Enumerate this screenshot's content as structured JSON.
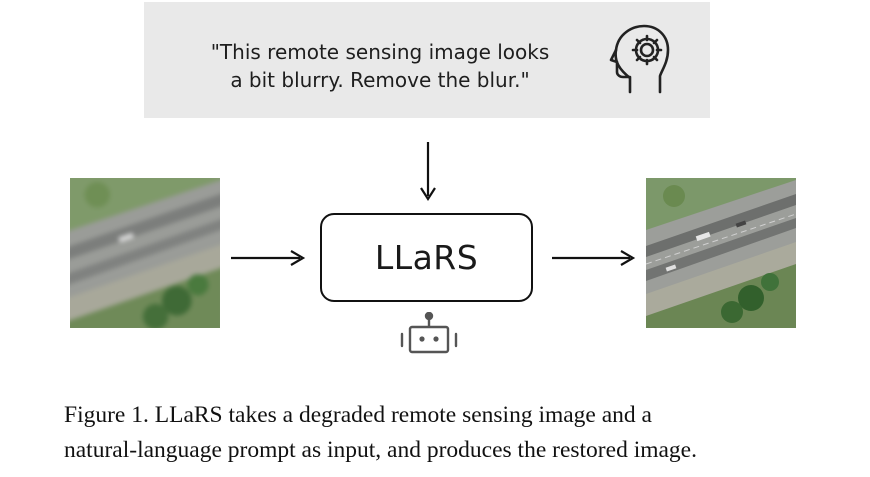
{
  "prompt": {
    "line1": "\"This remote sensing image looks",
    "line2": "a bit blurry. Remove the blur.\""
  },
  "model": {
    "name": "LLaRS"
  },
  "caption": {
    "line1": "Figure 1. LLaRS takes a degraded remote sensing image and a",
    "line2": "natural-language prompt as input, and produces the restored image."
  },
  "icons": {
    "prompt": "human-head-gear-icon",
    "model": "robot-icon"
  }
}
